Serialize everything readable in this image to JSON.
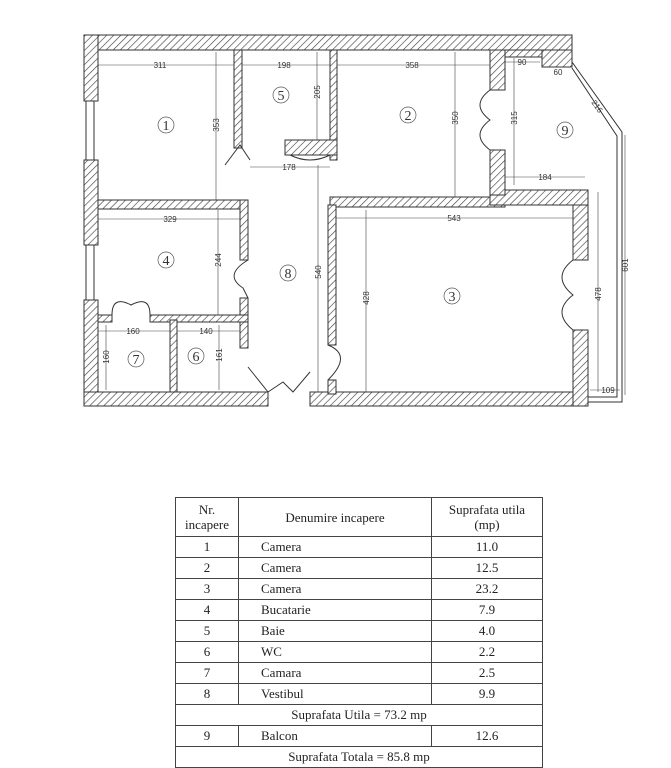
{
  "plan": {
    "rooms": [
      "1",
      "2",
      "3",
      "4",
      "5",
      "6",
      "7",
      "8",
      "9"
    ],
    "dims": {
      "r1_w": "311",
      "r5_w": "198",
      "r2_w": "358",
      "b_top": "90",
      "b_corner": "60",
      "b_diag": "216",
      "r1_h": "353",
      "r5_h": "205",
      "r2_h": "350",
      "b_h1": "315",
      "door_w": "178",
      "b_w": "184",
      "r3_w": "543",
      "r4_w": "329",
      "r4_h": "244",
      "r8_h": "540",
      "r3_h": "428",
      "r3_h2": "478",
      "b_h": "601",
      "r7_w": "160",
      "r6_w": "140",
      "r7_h": "160",
      "r6_h": "161",
      "b_w2": "109"
    }
  },
  "table": {
    "headers": [
      "Nr. incapere",
      "Denumire incapere",
      "Suprafata utila (mp)"
    ],
    "rows": [
      {
        "nr": "1",
        "name": "Camera",
        "area": "11.0"
      },
      {
        "nr": "2",
        "name": "Camera",
        "area": "12.5"
      },
      {
        "nr": "3",
        "name": "Camera",
        "area": "23.2"
      },
      {
        "nr": "4",
        "name": "Bucatarie",
        "area": "7.9"
      },
      {
        "nr": "5",
        "name": "Baie",
        "area": "4.0"
      },
      {
        "nr": "6",
        "name": "WC",
        "area": "2.2"
      },
      {
        "nr": "7",
        "name": "Camara",
        "area": "2.5"
      },
      {
        "nr": "8",
        "name": "Vestibul",
        "area": "9.9"
      }
    ],
    "subtotal": "Suprafata Utila = 73.2 mp",
    "balcony": {
      "nr": "9",
      "name": "Balcon",
      "area": "12.6"
    },
    "total": "Suprafata Totala = 85.8 mp"
  }
}
